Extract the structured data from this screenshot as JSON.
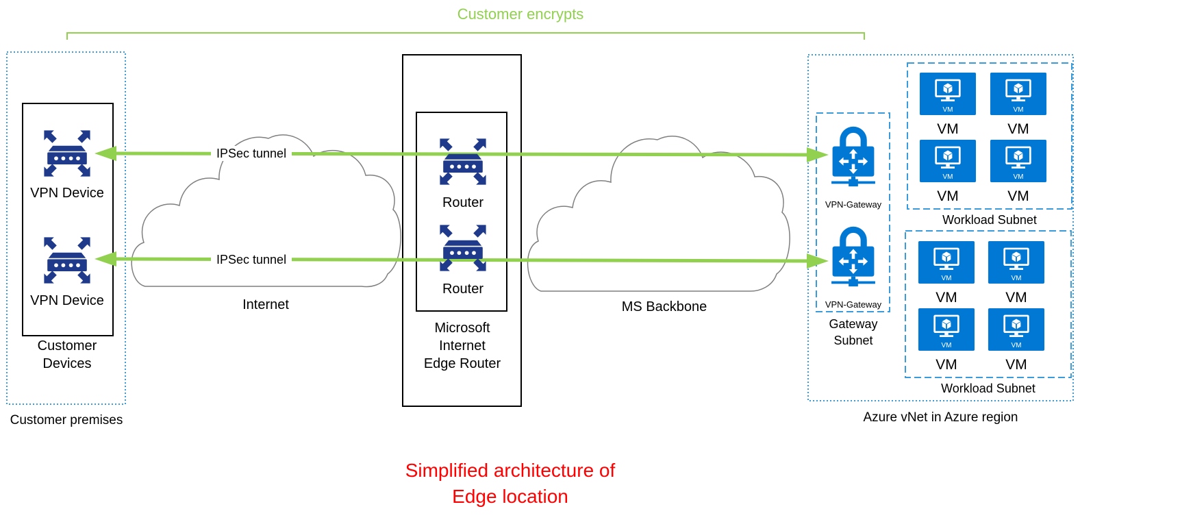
{
  "header": {
    "encrypt_label": "Customer encrypts"
  },
  "customer": {
    "premises_label": "Customer premises",
    "devices_label_line1": "Customer",
    "devices_label_line2": "Devices",
    "vpn_device_1": "VPN Device",
    "vpn_device_2": "VPN Device"
  },
  "tunnels": {
    "tunnel_1": "IPSec tunnel",
    "tunnel_2": "IPSec tunnel"
  },
  "clouds": {
    "internet": "Internet",
    "backbone": "MS Backbone"
  },
  "edge": {
    "router_1": "Router",
    "router_2": "Router",
    "label_line1": "Microsoft",
    "label_line2": "Internet",
    "label_line3": "Edge Router",
    "caption_line1": "Simplified architecture of",
    "caption_line2": "Edge location"
  },
  "azure": {
    "region_label": "Azure vNet in Azure region",
    "gateway_subnet_line1": "Gateway",
    "gateway_subnet_line2": "Subnet",
    "gateway_1": "VPN-Gateway",
    "gateway_2": "VPN-Gateway",
    "workload_subnet_1": "Workload Subnet",
    "workload_subnet_2": "Workload Subnet",
    "vm_badge": "VM",
    "vms_subnet_1": [
      "VM",
      "VM",
      "VM",
      "VM"
    ],
    "vms_subnet_2": [
      "VM",
      "VM",
      "VM",
      "VM"
    ]
  },
  "colors": {
    "tunnel_green": "#92d050",
    "azure_blue": "#0078d4",
    "device_navy": "#1f3a8a",
    "dotted_blue": "#3a9bdc",
    "caption_red": "#ff0000"
  },
  "icons": {
    "vpn_device": "router-expand-icon",
    "router": "router-expand-icon",
    "gateway": "vpn-gateway-lock-icon",
    "vm": "virtual-machine-icon"
  }
}
